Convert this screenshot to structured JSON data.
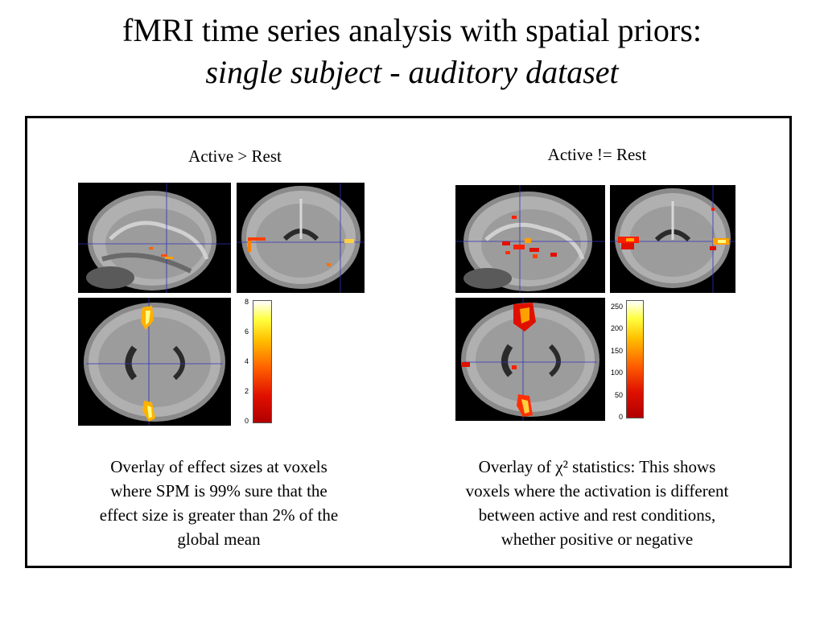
{
  "title": {
    "main": "fMRI time series analysis with spatial priors:",
    "sub": "single subject - auditory dataset"
  },
  "left_panel": {
    "heading": "Active > Rest",
    "colorbar_ticks": [
      "8",
      "6",
      "4",
      "2",
      "0"
    ],
    "caption_lines": [
      "Overlay of effect sizes at voxels",
      "where SPM is 99% sure that the",
      "effect size is greater than 2% of the",
      "global mean"
    ]
  },
  "right_panel": {
    "heading": "Active != Rest",
    "colorbar_ticks": [
      "250",
      "200",
      "150",
      "100",
      "50",
      "0"
    ],
    "caption_lines": [
      "Overlay of χ² statistics: This shows",
      "voxels where the activation is different",
      "between active and rest conditions,",
      "whether positive or negative"
    ]
  },
  "colors": {
    "overlay_hot": "#ff2000",
    "overlay_warm": "#ffb000",
    "crosshair": "#3030c0"
  }
}
